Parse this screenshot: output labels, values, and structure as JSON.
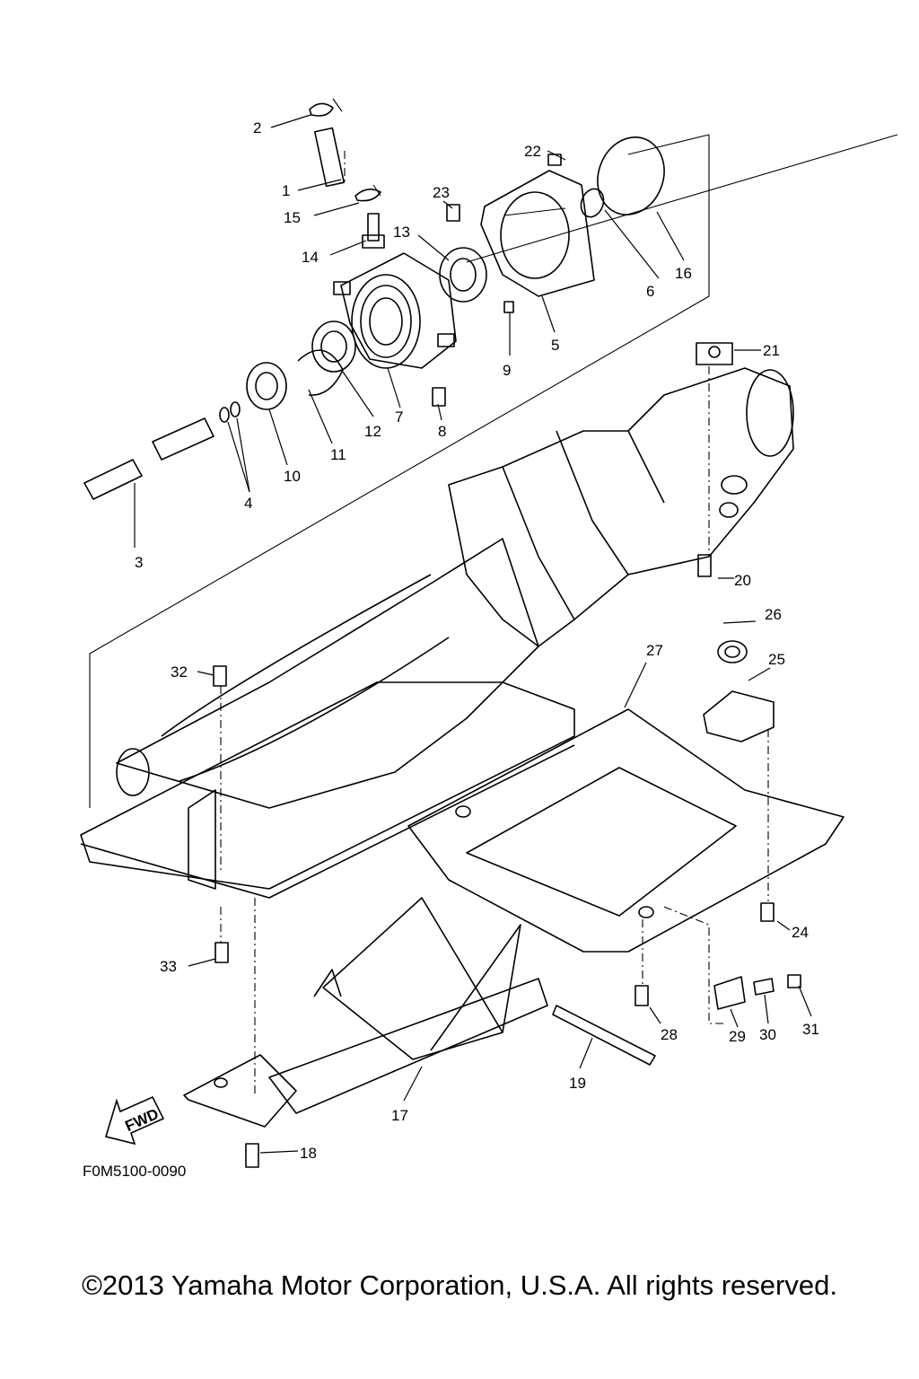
{
  "diagram_id": "F0M5100-0090",
  "direction_label": "FWD",
  "copyright": "©2013 Yamaha Motor Corporation, U.S.A. All rights reserved.",
  "callouts": [
    {
      "n": "1"
    },
    {
      "n": "2"
    },
    {
      "n": "3"
    },
    {
      "n": "4"
    },
    {
      "n": "5"
    },
    {
      "n": "6"
    },
    {
      "n": "7"
    },
    {
      "n": "8"
    },
    {
      "n": "9"
    },
    {
      "n": "10"
    },
    {
      "n": "11"
    },
    {
      "n": "12"
    },
    {
      "n": "13"
    },
    {
      "n": "14"
    },
    {
      "n": "15"
    },
    {
      "n": "16"
    },
    {
      "n": "17"
    },
    {
      "n": "18"
    },
    {
      "n": "19"
    },
    {
      "n": "20"
    },
    {
      "n": "21"
    },
    {
      "n": "22"
    },
    {
      "n": "23"
    },
    {
      "n": "24"
    },
    {
      "n": "25"
    },
    {
      "n": "26"
    },
    {
      "n": "27"
    },
    {
      "n": "28"
    },
    {
      "n": "29"
    },
    {
      "n": "30"
    },
    {
      "n": "31"
    },
    {
      "n": "32"
    },
    {
      "n": "33"
    }
  ]
}
